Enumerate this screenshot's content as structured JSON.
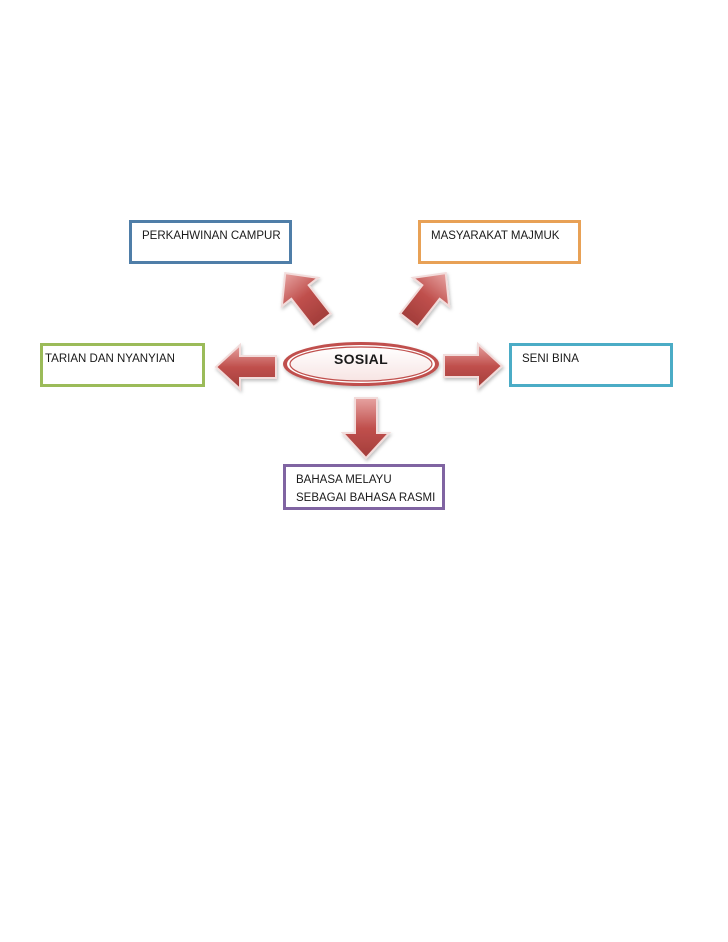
{
  "center": {
    "label": "SOSIAL"
  },
  "boxes": {
    "top_left": {
      "text": "PERKAHWINAN CAMPUR"
    },
    "top_right": {
      "text": "MASYARAKAT MAJMUK"
    },
    "left": {
      "text": "TARIAN DAN NYANYIAN"
    },
    "right": {
      "text": "SENI BINA"
    },
    "bottom": {
      "line1": "BAHASA MELAYU",
      "line2": "SEBAGAI BAHASA RASMI"
    }
  },
  "colors": {
    "arrow_fill": "#c0504d",
    "arrow_light": "#f2dcdb",
    "top_left_border": "#4f7ea8",
    "top_right_border": "#e8a156",
    "left_border": "#9bbb59",
    "right_border": "#4bacc6",
    "bottom_border": "#8064a2"
  }
}
